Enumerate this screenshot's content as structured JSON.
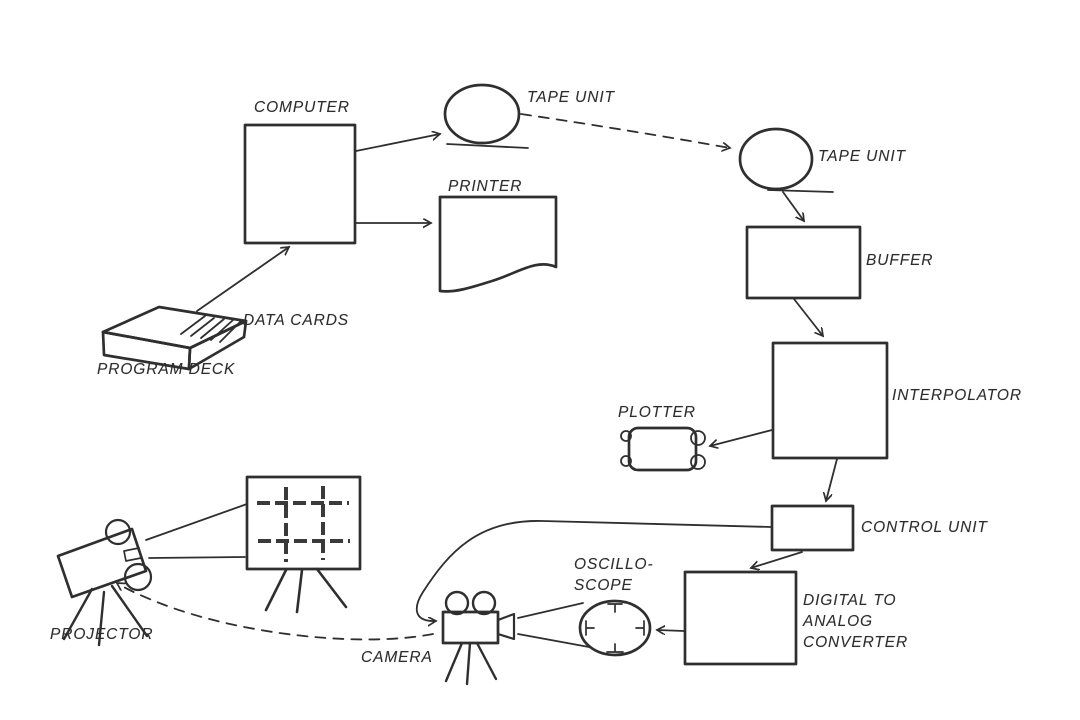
{
  "page": {
    "background": "#ffffff",
    "ink_color": "#2f2f2f"
  },
  "diagram": {
    "labels": {
      "computer": "COMPUTER",
      "tape_unit_1": "TAPE UNIT",
      "printer": "PRINTER",
      "data_cards": "DATA CARDS",
      "program_deck": "PROGRAM DECK",
      "tape_unit_2": "TAPE UNIT",
      "buffer": "BUFFER",
      "interpolator": "INTERPOLATOR",
      "plotter": "PLOTTER",
      "control_unit": "CONTROL UNIT",
      "dac_lines": [
        "DIGITAL TO",
        "ANALOG",
        "CONVERTER"
      ],
      "oscilloscope_lines": [
        "OSCILLO-",
        "SCOPE"
      ],
      "camera": "CAMERA",
      "projector": "PROJECTOR"
    },
    "flows": [
      {
        "from": "PROGRAM DECK",
        "to": "COMPUTER",
        "style": "solid-arrow"
      },
      {
        "from": "COMPUTER",
        "to": "TAPE UNIT",
        "style": "solid-arrow"
      },
      {
        "from": "COMPUTER",
        "to": "PRINTER",
        "style": "solid-arrow"
      },
      {
        "from": "TAPE UNIT",
        "to": "TAPE UNIT",
        "style": "dashed-arrow"
      },
      {
        "from": "TAPE UNIT",
        "to": "BUFFER",
        "style": "solid-arrow"
      },
      {
        "from": "BUFFER",
        "to": "INTERPOLATOR",
        "style": "solid-arrow"
      },
      {
        "from": "INTERPOLATOR",
        "to": "PLOTTER",
        "style": "solid-arrow"
      },
      {
        "from": "INTERPOLATOR",
        "to": "CONTROL UNIT",
        "style": "solid-arrow"
      },
      {
        "from": "CONTROL UNIT",
        "to": "DIGITAL TO ANALOG CONVERTER",
        "style": "solid-arrow"
      },
      {
        "from": "DIGITAL TO ANALOG CONVERTER",
        "to": "OSCILLOSCOPE",
        "style": "solid-arrow"
      },
      {
        "from": "CONTROL UNIT",
        "to": "CAMERA",
        "style": "solid-arrow"
      },
      {
        "from": "CAMERA",
        "to": "PROJECTOR",
        "style": "dashed-arrow"
      },
      {
        "from": "CAMERA",
        "to": "OSCILLOSCOPE",
        "style": "sight-lines"
      },
      {
        "from": "PROJECTOR",
        "to": "SCREEN",
        "style": "projection-lines"
      }
    ]
  }
}
